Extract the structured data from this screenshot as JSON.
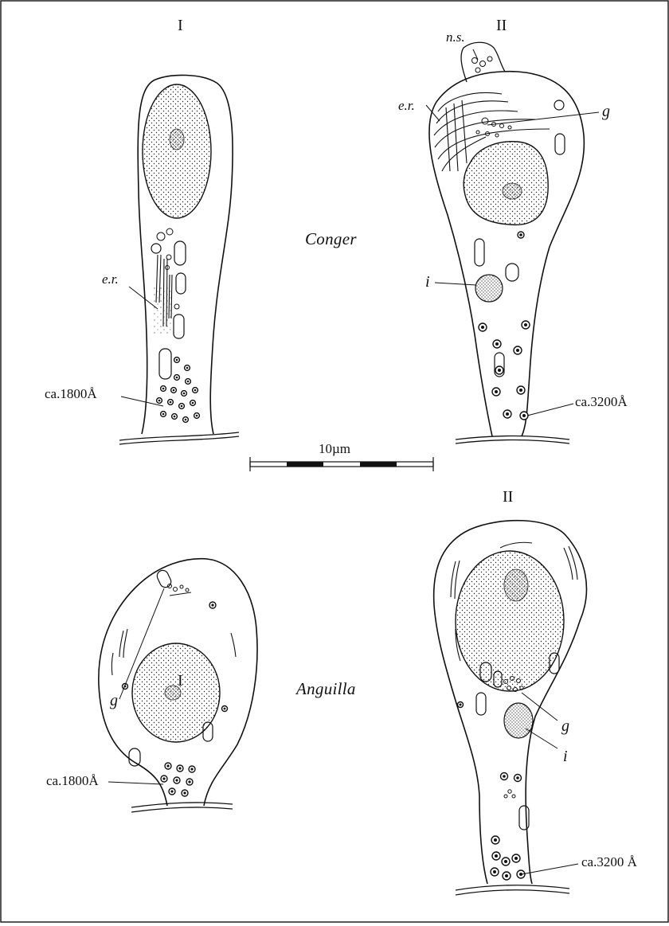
{
  "figure": {
    "species": [
      "Conger",
      "Anguilla"
    ],
    "panels": {
      "conger_I": {
        "numeral": "I",
        "labels": {
          "er": "e.r.",
          "granule": "ca.1800Å"
        }
      },
      "conger_II": {
        "numeral": "II",
        "labels": {
          "ns": "n.s.",
          "er": "e.r.",
          "g": "g",
          "i": "i",
          "granule": "ca.3200Å"
        }
      },
      "anguilla_I": {
        "numeral": "I",
        "labels": {
          "g": "g",
          "granule": "ca.1800Å"
        }
      },
      "anguilla_II": {
        "numeral": "II",
        "labels": {
          "g": "g",
          "i": "i",
          "granule": "ca.3200 Å"
        }
      }
    },
    "scale_bar": {
      "label": "10µm"
    }
  }
}
